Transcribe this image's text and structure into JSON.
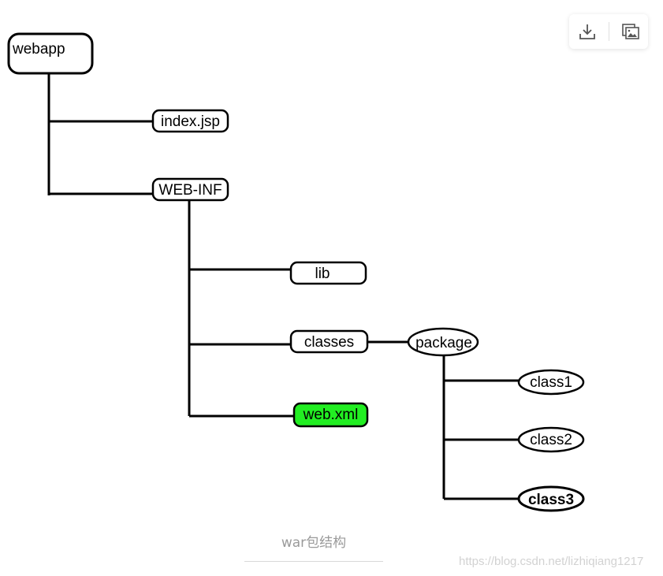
{
  "diagram": {
    "nodes": [
      {
        "id": "webapp",
        "label": "webapp",
        "shape": "rounded",
        "fill": "#ffffff"
      },
      {
        "id": "index_jsp",
        "label": "index.jsp",
        "shape": "rounded",
        "fill": "#ffffff"
      },
      {
        "id": "web_inf",
        "label": "WEB-INF",
        "shape": "rounded",
        "fill": "#ffffff"
      },
      {
        "id": "lib",
        "label": "lib",
        "shape": "rounded",
        "fill": "#ffffff"
      },
      {
        "id": "classes",
        "label": "classes",
        "shape": "rounded",
        "fill": "#ffffff"
      },
      {
        "id": "web_xml",
        "label": "web.xml",
        "shape": "rounded",
        "fill": "#22ee22"
      },
      {
        "id": "package",
        "label": "package",
        "shape": "ellipse",
        "fill": "#ffffff"
      },
      {
        "id": "class1",
        "label": "class1",
        "shape": "ellipse",
        "fill": "#ffffff"
      },
      {
        "id": "class2",
        "label": "class2",
        "shape": "ellipse",
        "fill": "#ffffff"
      },
      {
        "id": "class3",
        "label": "class3",
        "shape": "ellipse",
        "fill": "#ffffff"
      }
    ],
    "edges": [
      {
        "from": "webapp",
        "to": "index_jsp"
      },
      {
        "from": "webapp",
        "to": "web_inf"
      },
      {
        "from": "web_inf",
        "to": "lib"
      },
      {
        "from": "web_inf",
        "to": "classes"
      },
      {
        "from": "web_inf",
        "to": "web_xml"
      },
      {
        "from": "classes",
        "to": "package"
      },
      {
        "from": "package",
        "to": "class1"
      },
      {
        "from": "package",
        "to": "class2"
      },
      {
        "from": "package",
        "to": "class3"
      }
    ]
  },
  "toolbar": {
    "download_icon": "download-icon",
    "image_icon": "image-gallery-icon"
  },
  "caption": "war包结构",
  "watermark": "https://blog.csdn.net/lizhiqiang1217"
}
